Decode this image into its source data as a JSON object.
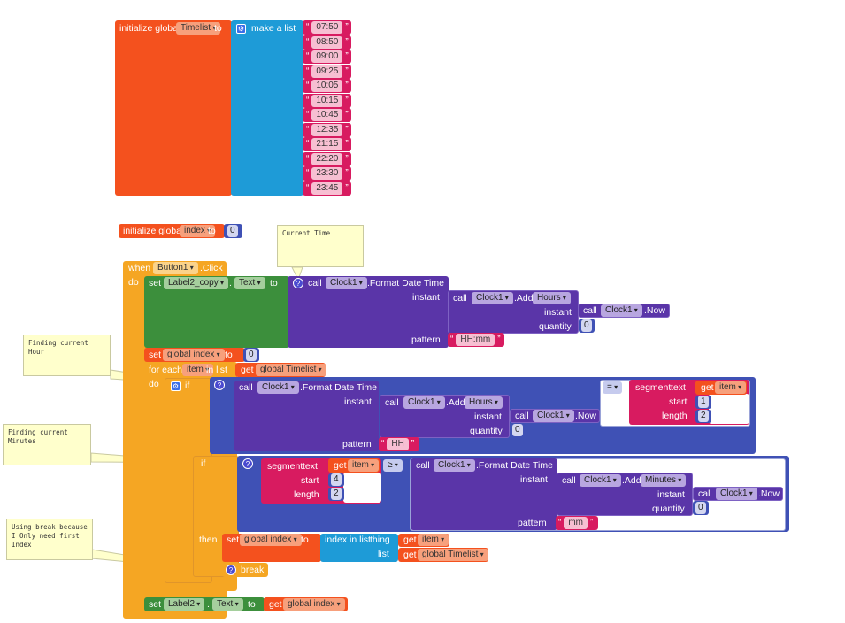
{
  "colors": {
    "orange": "#f4511e",
    "green": "#3c8f3c",
    "purple": "#5a35a8",
    "blue": "#3b4db0",
    "pink": "#d81b60",
    "yellow": "#f5a623",
    "light_blue": "#1e9bd7",
    "navy": "#3f51b5"
  },
  "init_timelist": {
    "keyword": "initialize global",
    "var": "Timelist",
    "to": "to",
    "make_list": "make a list",
    "items": [
      "07:50",
      "08:50",
      "09:00",
      "09:25",
      "10:05",
      "10:15",
      "10:45",
      "12:35",
      "21:15",
      "22:20",
      "23:30",
      "23:45"
    ]
  },
  "init_index": {
    "keyword": "initialize global",
    "var": "index",
    "to": "to",
    "value": "0"
  },
  "event": {
    "when": "when",
    "component": "Button1",
    "event": ".Click",
    "do": "do"
  },
  "set_label2copy": {
    "set": "set",
    "component": "Label2_copy",
    "dot": ".",
    "prop": "Text",
    "to": "to",
    "call": "call",
    "clock": "Clock1",
    "method": ".Format Date Time",
    "instant": "instant",
    "add_call": "call",
    "add_clock": "Clock1",
    "add_method": ".Add",
    "add_unit": "Hours",
    "add_instant": "instant",
    "now_call": "call",
    "now_clock": "Clock1",
    "now_method": ".Now",
    "quantity": "quantity",
    "quantity_val": "0",
    "pattern": "pattern",
    "pattern_val": "HH:mm"
  },
  "set_index": {
    "set": "set",
    "var": "global index",
    "to": "to",
    "value": "0"
  },
  "foreach": {
    "for_each": "for each",
    "item": "item",
    "in_list": "in list",
    "get": "get",
    "list_var": "global Timelist",
    "do": "do",
    "if": "if"
  },
  "if1": {
    "call": "call",
    "clock": "Clock1",
    "method": ".Format Date Time",
    "instant": "instant",
    "add_call": "call",
    "add_clock": "Clock1",
    "add_method": ".Add",
    "add_unit": "Hours",
    "add_instant": "instant",
    "now_call": "call",
    "now_clock": "Clock1",
    "now_method": ".Now",
    "quantity": "quantity",
    "quantity_val": "0",
    "pattern": "pattern",
    "pattern_val": "HH",
    "op": "=",
    "segment": "segment",
    "text": "text",
    "get": "get",
    "item": "item",
    "start": "start",
    "start_val": "1",
    "length": "length",
    "length_val": "2"
  },
  "if2": {
    "if": "if",
    "segment": "segment",
    "text": "text",
    "get": "get",
    "item": "item",
    "start": "start",
    "start_val": "4",
    "length": "length",
    "length_val": "2",
    "op": "≥",
    "call": "call",
    "clock": "Clock1",
    "method": ".Format Date Time",
    "instant": "instant",
    "add_call": "call",
    "add_clock": "Clock1",
    "add_method": ".Add",
    "add_unit": "Minutes",
    "add_instant": "instant",
    "now_call": "call",
    "now_clock": "Clock1",
    "now_method": ".Now",
    "quantity": "quantity",
    "quantity_val": "0",
    "pattern": "pattern",
    "pattern_val": "mm",
    "then": "then",
    "set": "set",
    "set_var": "global index",
    "to": "to",
    "index_in_list": "index in list",
    "thing": "thing",
    "thing_var": "item",
    "list": "list",
    "list_get": "get",
    "list_var": "global Timelist",
    "break": "break"
  },
  "set_label2": {
    "set": "set",
    "component": "Label2",
    "dot": ".",
    "prop": "Text",
    "to": "to",
    "get": "get",
    "var": "global index"
  },
  "comments": {
    "current_time": "Current Time",
    "finding_hour": "Finding current\nHour",
    "finding_minutes": "Finding current\nMinutes",
    "using_break": "Using break because\nI Only need first\nIndex"
  }
}
